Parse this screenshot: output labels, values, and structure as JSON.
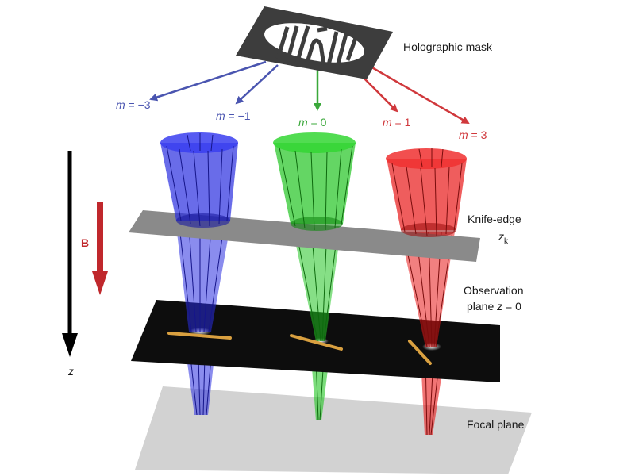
{
  "labels": {
    "holographic_mask": "Holographic mask",
    "knife_edge": "Knife-edge",
    "knife_edge_symbol": "z",
    "knife_edge_subscript": "k",
    "observation_line1": "Observation",
    "observation_line2_prefix": "plane ",
    "observation_line2_var": "z",
    "observation_line2_suffix": " = 0",
    "focal_plane": "Focal plane",
    "field_label": "B",
    "axis_label": "z"
  },
  "orders": [
    {
      "symbol": "m",
      "value": " = −3",
      "color": "#4a55b0"
    },
    {
      "symbol": "m",
      "value": " = −1",
      "color": "#4a55b0"
    },
    {
      "symbol": "m",
      "value": " = 0",
      "color": "#3aa83a"
    },
    {
      "symbol": "m",
      "value": " = 1",
      "color": "#d0383c"
    },
    {
      "symbol": "m",
      "value": " = 3",
      "color": "#d0383c"
    }
  ],
  "colors": {
    "blue_beam": "#2a2ee0",
    "green_beam": "#22c422",
    "red_beam": "#e81818",
    "mask": "#3d3d3d",
    "knife_edge_plane": "#8a8a8a",
    "observation_plane": "#0d0d0d",
    "focal_plane": "#d2d2d2",
    "edge_marker": "#d9a040",
    "field_arrow": "#c0282c",
    "axis_arrow": "#000000"
  }
}
